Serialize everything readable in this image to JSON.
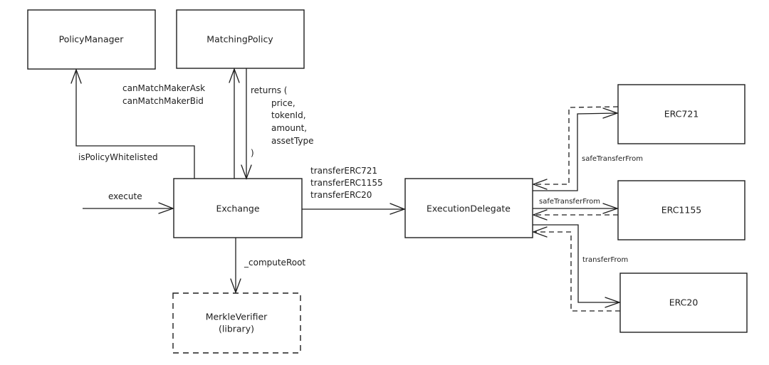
{
  "diagram": {
    "nodes": {
      "policy_manager": {
        "label": "PolicyManager",
        "style": "solid"
      },
      "matching_policy": {
        "label": "MatchingPolicy",
        "style": "solid"
      },
      "exchange": {
        "label": "Exchange",
        "style": "solid"
      },
      "execution_delegate": {
        "label": "ExecutionDelegate",
        "style": "solid"
      },
      "erc721": {
        "label": "ERC721",
        "style": "solid"
      },
      "erc1155": {
        "label": "ERC1155",
        "style": "solid"
      },
      "erc20": {
        "label": "ERC20",
        "style": "solid"
      },
      "merkle_verifier": {
        "label_line1": "MerkleVerifier",
        "label_line2": "(library)",
        "style": "dashed"
      }
    },
    "edges": {
      "execute": {
        "from": "external",
        "to": "Exchange",
        "label": "execute"
      },
      "is_policy_whitelisted": {
        "from": "Exchange",
        "to": "PolicyManager",
        "label": "isPolicyWhitelisted"
      },
      "can_match": {
        "from": "Exchange",
        "to": "MatchingPolicy",
        "labels": [
          "canMatchMakerAsk",
          "canMatchMakerBid"
        ]
      },
      "returns": {
        "from": "MatchingPolicy",
        "to": "Exchange",
        "labels": [
          "returns (",
          "price,",
          "tokenId,",
          "amount,",
          "assetType",
          ")"
        ]
      },
      "transfers": {
        "from": "Exchange",
        "to": "ExecutionDelegate",
        "labels": [
          "transferERC721",
          "transferERC1155",
          "transferERC20"
        ]
      },
      "compute_root": {
        "from": "Exchange",
        "to": "MerkleVerifier",
        "label": "_computeRoot"
      },
      "erc721_call": {
        "from": "ExecutionDelegate",
        "to": "ERC721",
        "label": "safeTransferFrom",
        "return_style": "dashed"
      },
      "erc1155_call": {
        "from": "ExecutionDelegate",
        "to": "ERC1155",
        "label": "safeTransferFrom",
        "return_style": "dashed"
      },
      "erc20_call": {
        "from": "ExecutionDelegate",
        "to": "ERC20",
        "label": "transferFrom",
        "return_style": "dashed"
      }
    }
  }
}
